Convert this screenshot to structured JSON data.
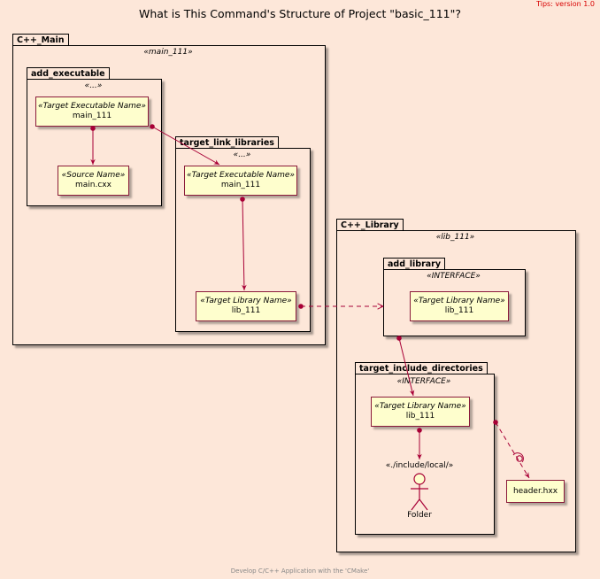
{
  "tips": "Tips: version 1.0",
  "title": "What is This Command's Structure of Project \"basic_111\"?",
  "footer": "Develop C/C++ Application with the 'CMake'",
  "packages": {
    "cpp_main": {
      "name": "C++_Main",
      "stereotype": "«main_111»"
    },
    "add_executable": {
      "name": "add_executable",
      "stereotype": "«...»"
    },
    "target_link_libraries": {
      "name": "target_link_libraries",
      "stereotype": "«...»"
    },
    "cpp_library": {
      "name": "C++_Library",
      "stereotype": "«lib_111»"
    },
    "add_library": {
      "name": "add_library",
      "stereotype": "«INTERFACE»"
    },
    "target_include_directories": {
      "name": "target_include_directories",
      "stereotype": "«INTERFACE»"
    }
  },
  "nodes": {
    "exe_main": {
      "stereotype": "«Target Executable Name»",
      "name": "main_111"
    },
    "source": {
      "stereotype": "«Source Name»",
      "name": "main.cxx"
    },
    "tll_exe": {
      "stereotype": "«Target Executable Name»",
      "name": "main_111"
    },
    "tll_lib": {
      "stereotype": "«Target Library Name»",
      "name": "lib_111"
    },
    "addlib_lib": {
      "stereotype": "«Target Library Name»",
      "name": "lib_111"
    },
    "tid_lib": {
      "stereotype": "«Target Library Name»",
      "name": "lib_111"
    },
    "header": {
      "name": "header.hxx"
    },
    "folder": {
      "stereotype": "«./include/local/»",
      "name": "Folder"
    }
  },
  "colors": {
    "background": "#fde7d9",
    "node_fill": "#fefecd",
    "link": "#a80036",
    "tips": "#d80000"
  }
}
